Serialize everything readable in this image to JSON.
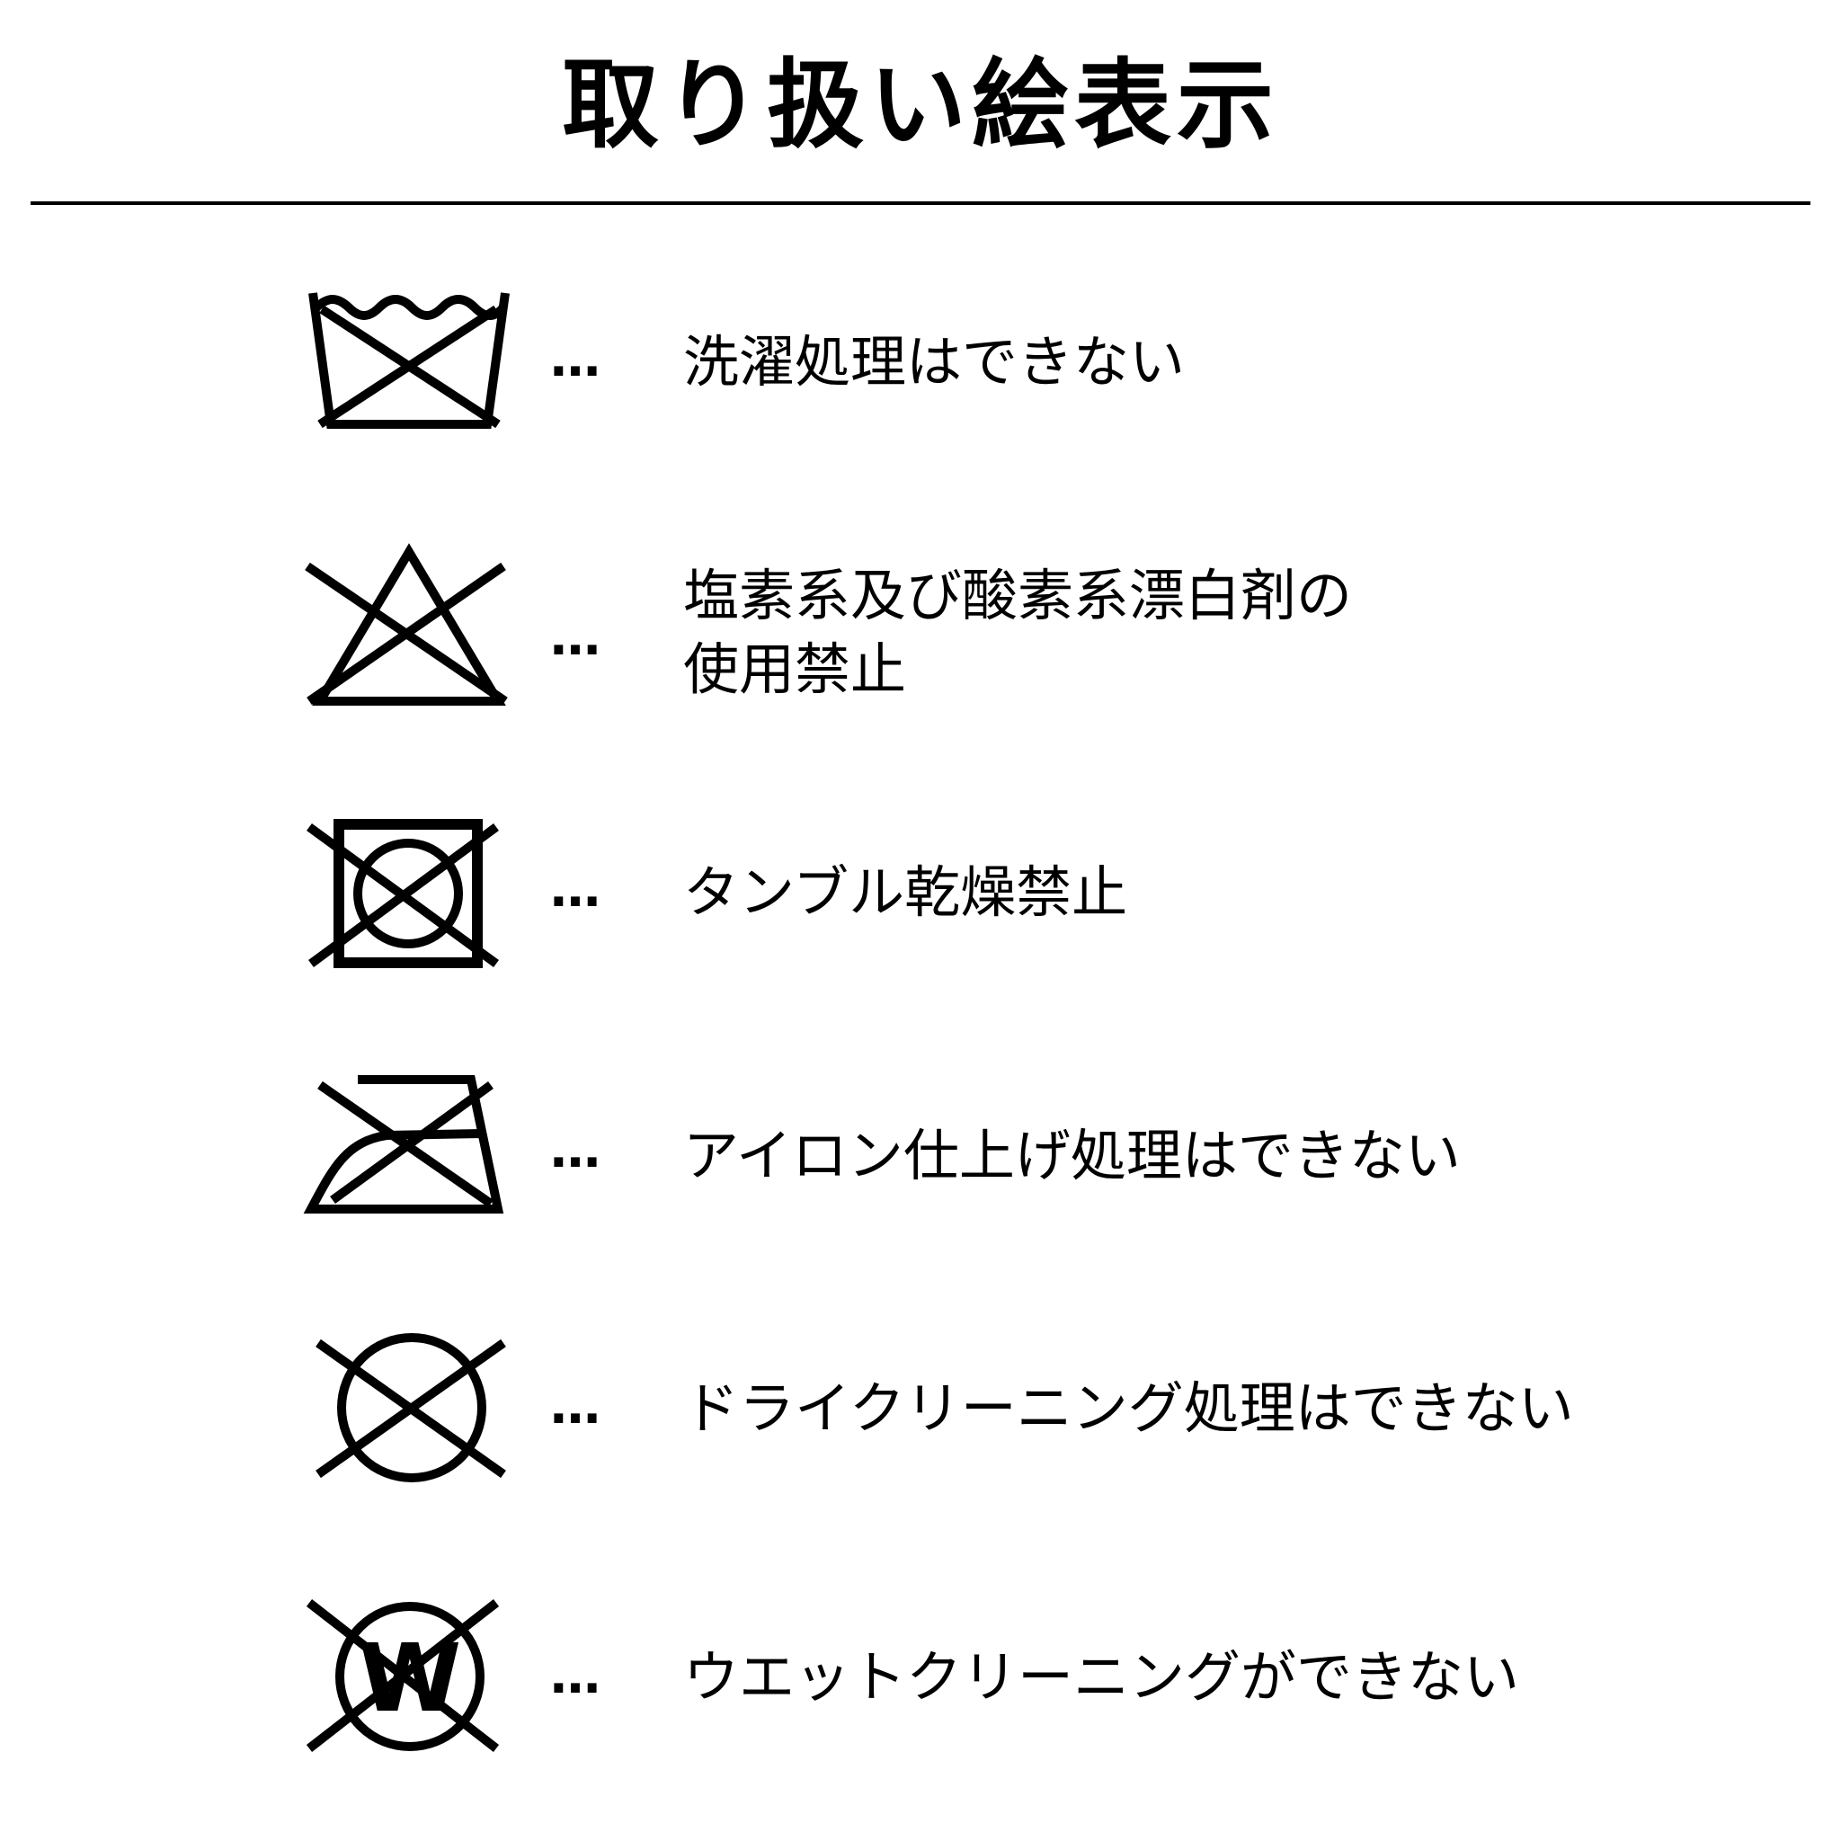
{
  "title": "取り扱い絵表示",
  "ellipsis": "…",
  "items": [
    {
      "icon": "no-wash-icon",
      "lines": [
        "洗濯処理はできない"
      ]
    },
    {
      "icon": "no-bleach-icon",
      "lines": [
        "塩素系及び酸素系漂白剤の",
        "使用禁止"
      ]
    },
    {
      "icon": "no-tumble-dry-icon",
      "lines": [
        "タンブル乾燥禁止"
      ]
    },
    {
      "icon": "no-iron-icon",
      "lines": [
        "アイロン仕上げ処理はできない"
      ]
    },
    {
      "icon": "no-dry-clean-icon",
      "lines": [
        "ドライクリーニング処理はできない"
      ]
    },
    {
      "icon": "no-wet-clean-icon",
      "icon_letter": "W",
      "lines": [
        "ウエットクリーニングができない"
      ]
    }
  ]
}
